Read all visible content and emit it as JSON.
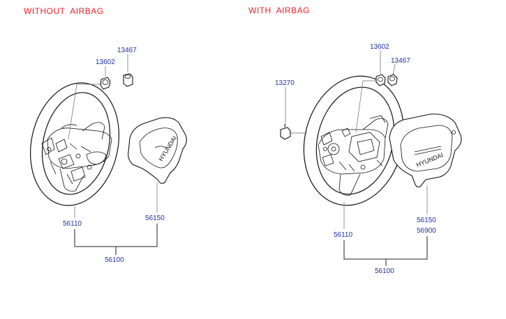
{
  "headings": {
    "left": "WITHOUT  AIRBAG",
    "right": "WITH  AIRBAG"
  },
  "colors": {
    "heading": "#e8242c",
    "part_number": "#1f2f9c",
    "linework": "#111111"
  },
  "left_diagram": {
    "parts": {
      "p13467": "13467",
      "p13602": "13602",
      "p56110": "56110",
      "p56150": "56150",
      "p56100": "56100"
    },
    "horn_pad_logo": "HYUNDAI"
  },
  "right_diagram": {
    "parts": {
      "p13602": "13602",
      "p13467": "13467",
      "p13270": "13270",
      "p56110": "56110",
      "p56150": "56150",
      "p56900": "56900",
      "p56100": "56100"
    },
    "airbag_logo": "HYUNDAI"
  }
}
